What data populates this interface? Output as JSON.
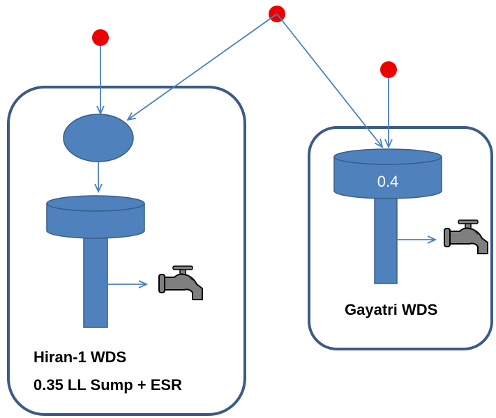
{
  "diagram": {
    "hiran": {
      "name": "Hiran-1 WDS",
      "description": "0.35 LL Sump + ESR"
    },
    "gayatri": {
      "name": "Gayatri WDS",
      "tank_value": "0.4"
    },
    "icons": [
      "source-node-icon",
      "tap-icon",
      "tank-icon",
      "sump-icon"
    ],
    "colors": {
      "box_border": "#3b5b86",
      "tank_fill": "#4f81bd",
      "tank_stroke": "#385d8a",
      "arrow": "#4a7fc0",
      "source_node": "#ee0000",
      "tap": "#7f7f7f"
    }
  }
}
